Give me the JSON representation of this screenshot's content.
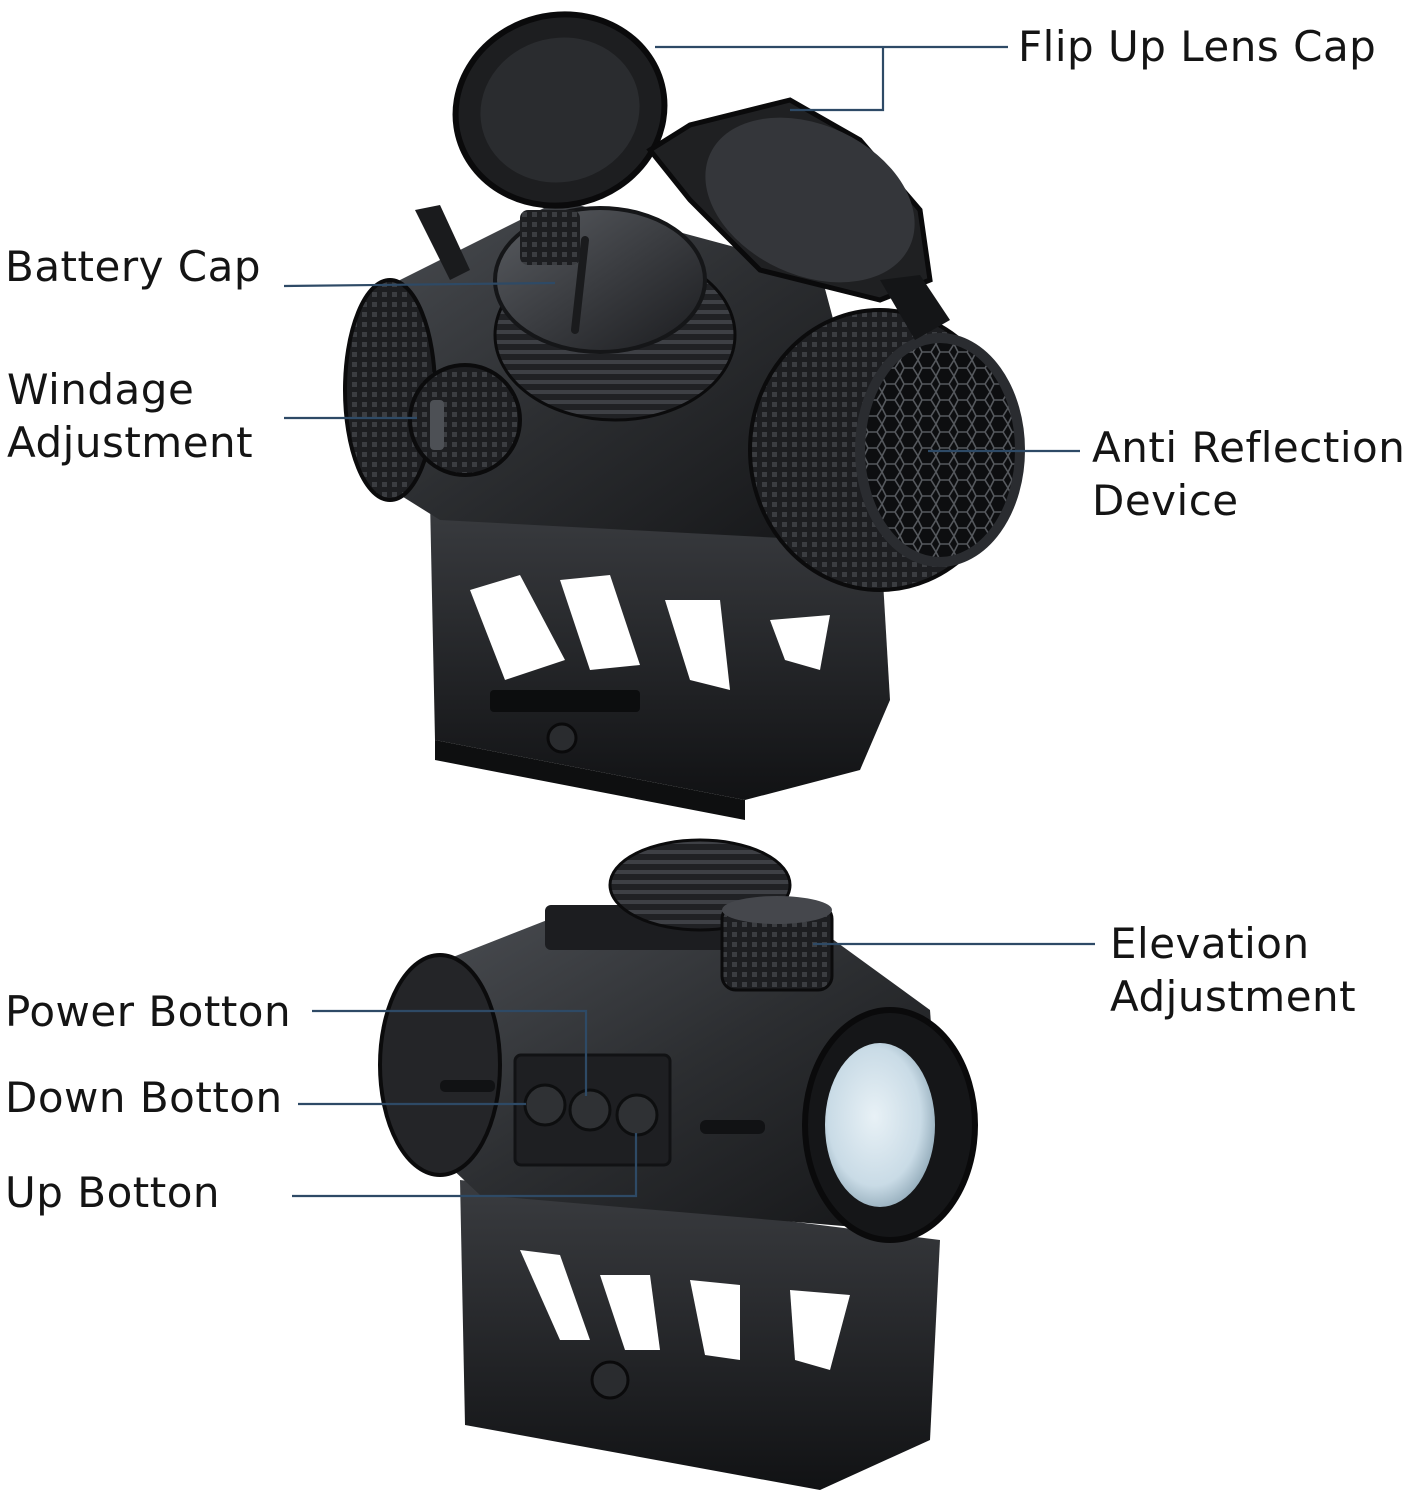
{
  "colors": {
    "leader_line": "#2e4a66",
    "text": "#141414",
    "body_dark": "#1a1b1d",
    "body_mid": "#2c2e31",
    "body_light": "#4b4e53",
    "lens_blue": "#c9dbe6"
  },
  "labels": {
    "flip_up_lens_cap": "Flip Up Lens Cap",
    "battery_cap": "Battery Cap",
    "windage_line1": "Windage",
    "windage_line2": "Adjustment",
    "anti_reflection_line1": "Anti Reflection",
    "anti_reflection_line2": "Device",
    "elevation_line1": "Elevation",
    "elevation_line2": "Adjustment",
    "power_button": "Power Botton",
    "down_button": "Down Botton",
    "up_button": "Up Botton"
  }
}
